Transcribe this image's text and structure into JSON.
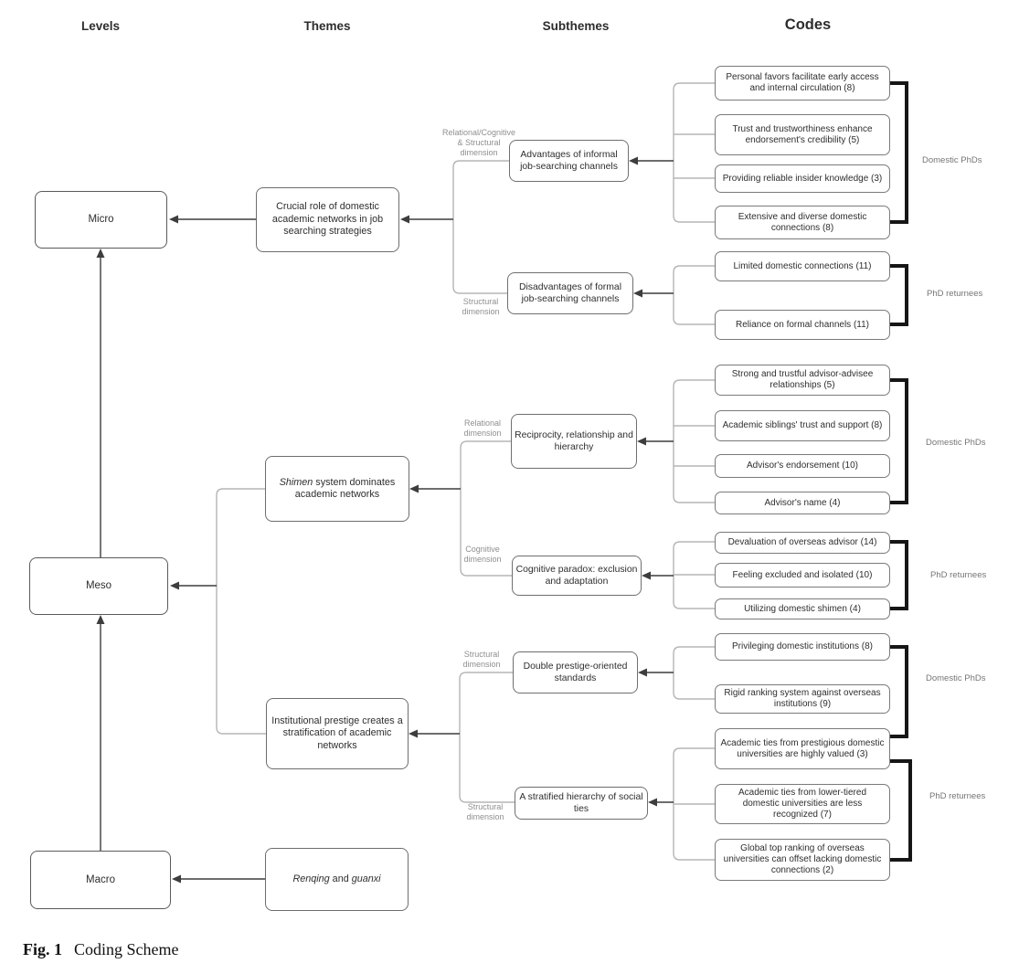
{
  "headers": {
    "levels": "Levels",
    "themes": "Themes",
    "subthemes": "Subthemes",
    "codes": "Codes"
  },
  "levels": [
    {
      "label": "Micro"
    },
    {
      "label": "Meso"
    },
    {
      "label": "Macro"
    }
  ],
  "themes": [
    {
      "label": "Crucial role of domestic academic networks in job searching strategies"
    },
    {
      "italic_word": "Shimen",
      "rest": " system dominates academic networks"
    },
    {
      "label": "Institutional prestige creates a stratification of academic networks"
    },
    {
      "italic_word": "Renqing",
      "mid": " and ",
      "italic_word2": "guanxi"
    }
  ],
  "subthemes": [
    {
      "dimension": "Relational/Cognitive\n& Structural\ndimension",
      "label": "Advantages of informal job-searching channels"
    },
    {
      "dimension": "Structural\ndimension",
      "label": "Disadvantages of formal job-searching channels"
    },
    {
      "dimension": "Relational\ndimension",
      "label": "Reciprocity, relationship and hierarchy"
    },
    {
      "dimension": "Cognitive\ndimension",
      "label": "Cognitive paradox: exclusion and adaptation"
    },
    {
      "dimension": "Structural\ndimension",
      "label": "Double prestige-oriented standards"
    },
    {
      "dimension": "Structural\ndimension",
      "label": "A stratified hierarchy of social ties"
    }
  ],
  "code_groups": [
    {
      "label": "Domestic PhDs",
      "codes": [
        "Personal favors facilitate early access and internal circulation (8)",
        "Trust and trustworthiness enhance endorsement's credibility (5)",
        "Providing reliable insider knowledge (3)",
        "Extensive and diverse domestic connections (8)"
      ]
    },
    {
      "label": "PhD returnees",
      "codes": [
        "Limited domestic connections (11)",
        "Reliance on formal channels (11)"
      ]
    },
    {
      "label": "Domestic PhDs",
      "codes": [
        "Strong and trustful advisor-advisee relationships (5)",
        "Academic siblings' trust and support (8)",
        "Advisor's endorsement (10)",
        "Advisor's name (4)"
      ]
    },
    {
      "label": "PhD returnees",
      "codes": [
        "Devaluation of overseas advisor (14)",
        "Feeling excluded and isolated (10)",
        "Utilizing domestic shimen (4)"
      ]
    },
    {
      "label": "Domestic PhDs",
      "codes": [
        "Privileging domestic institutions (8)",
        "Rigid ranking system against overseas institutions (9)"
      ]
    },
    {
      "label": "PhD returnees",
      "codes": [
        "Academic ties from prestigious domestic universities are highly valued (3)",
        "Academic ties from lower-tiered domestic universities are less recognized (7)",
        "Global top ranking of overseas universities can offset lacking domestic connections (2)"
      ]
    }
  ],
  "caption": {
    "fig": "Fig. 1",
    "title": "Coding Scheme"
  },
  "colors": {
    "line_light": "#b5b5b5",
    "line_dark": "#3d3d3d",
    "bracket_black": "#161616",
    "text": "#2e2e2e",
    "muted": "#8f8f8f"
  }
}
